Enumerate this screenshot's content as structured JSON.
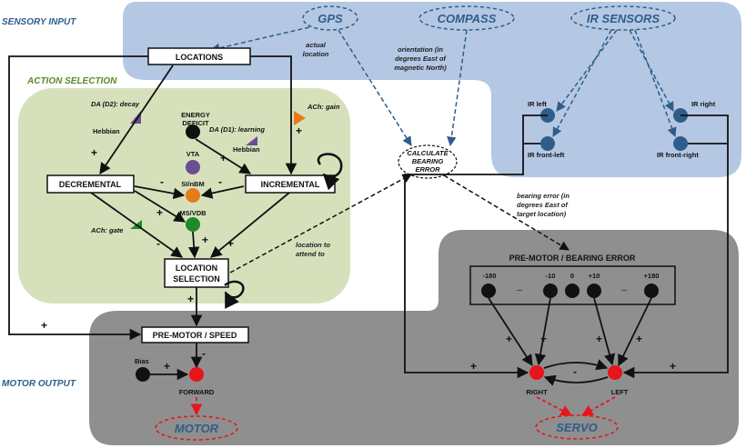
{
  "regions": {
    "sensory_input": "SENSORY INPUT",
    "action_selection": "ACTION SELECTION",
    "motor_output": "MOTOR OUTPUT"
  },
  "sensors": {
    "gps": "GPS",
    "compass": "COMPASS",
    "ir_sensors": "IR SENSORS"
  },
  "notes": {
    "actual_location": [
      "actual",
      "location"
    ],
    "orientation": [
      "orientation (in",
      "degrees East of",
      "magnetic North)"
    ],
    "bearing_error": [
      "bearing error (in",
      "degrees East of",
      "target location)"
    ],
    "location_to_attend": [
      "location to",
      "attend to"
    ]
  },
  "ir": {
    "left": "IR left",
    "right": "IR right",
    "front_left": "IR  front-left",
    "front_right": "IR  front-right"
  },
  "boxes": {
    "locations": "LOCATIONS",
    "decremental": "DECREMENTAL",
    "incremental": "INCREMENTAL",
    "location_selection": [
      "LOCATION",
      "SELECTION"
    ],
    "pre_motor_speed": "PRE-MOTOR / SPEED",
    "pre_motor_bearing": "PRE-MOTOR / BEARING ERROR",
    "calc_bearing": [
      "CALCULATE",
      "BEARING",
      "ERROR"
    ]
  },
  "neuromod": {
    "da_d2": "DA (D2):  decay",
    "da_d1": "DA (D1):  learning",
    "ach_gain": "ACh: gain",
    "ach_gate": "ACh: gate",
    "energy_deficit": [
      "ENERGY",
      "DEFICIT"
    ],
    "vta": "VTA",
    "si_nbm": "SI/nBM",
    "ms_vdb": "MS/VDB",
    "hebbian_left": "Hebbian",
    "hebbian_right": "Hebbian"
  },
  "bearing_ticks": [
    "-180",
    "...",
    "-10",
    "0",
    "+10",
    "...",
    "+180"
  ],
  "motor": {
    "bias": "Bias",
    "forward": "FORWARD",
    "motor": "MOTOR",
    "right": "RIGHT",
    "left": "LEFT",
    "servo": "SERVO"
  },
  "signs": {
    "plus": "+",
    "minus": "-"
  },
  "colors": {
    "sensory_bg": "#b4c8e4",
    "action_bg": "#d6e1bc",
    "motor_bg": "#8f8f8f",
    "bearing_bg": "#8f8f8f",
    "sensor_blue": "#2f5d8a",
    "motor_red": "#e8141b",
    "purple": "#6b4e8f",
    "orange": "#e87a1a",
    "green": "#1f8a2a"
  }
}
